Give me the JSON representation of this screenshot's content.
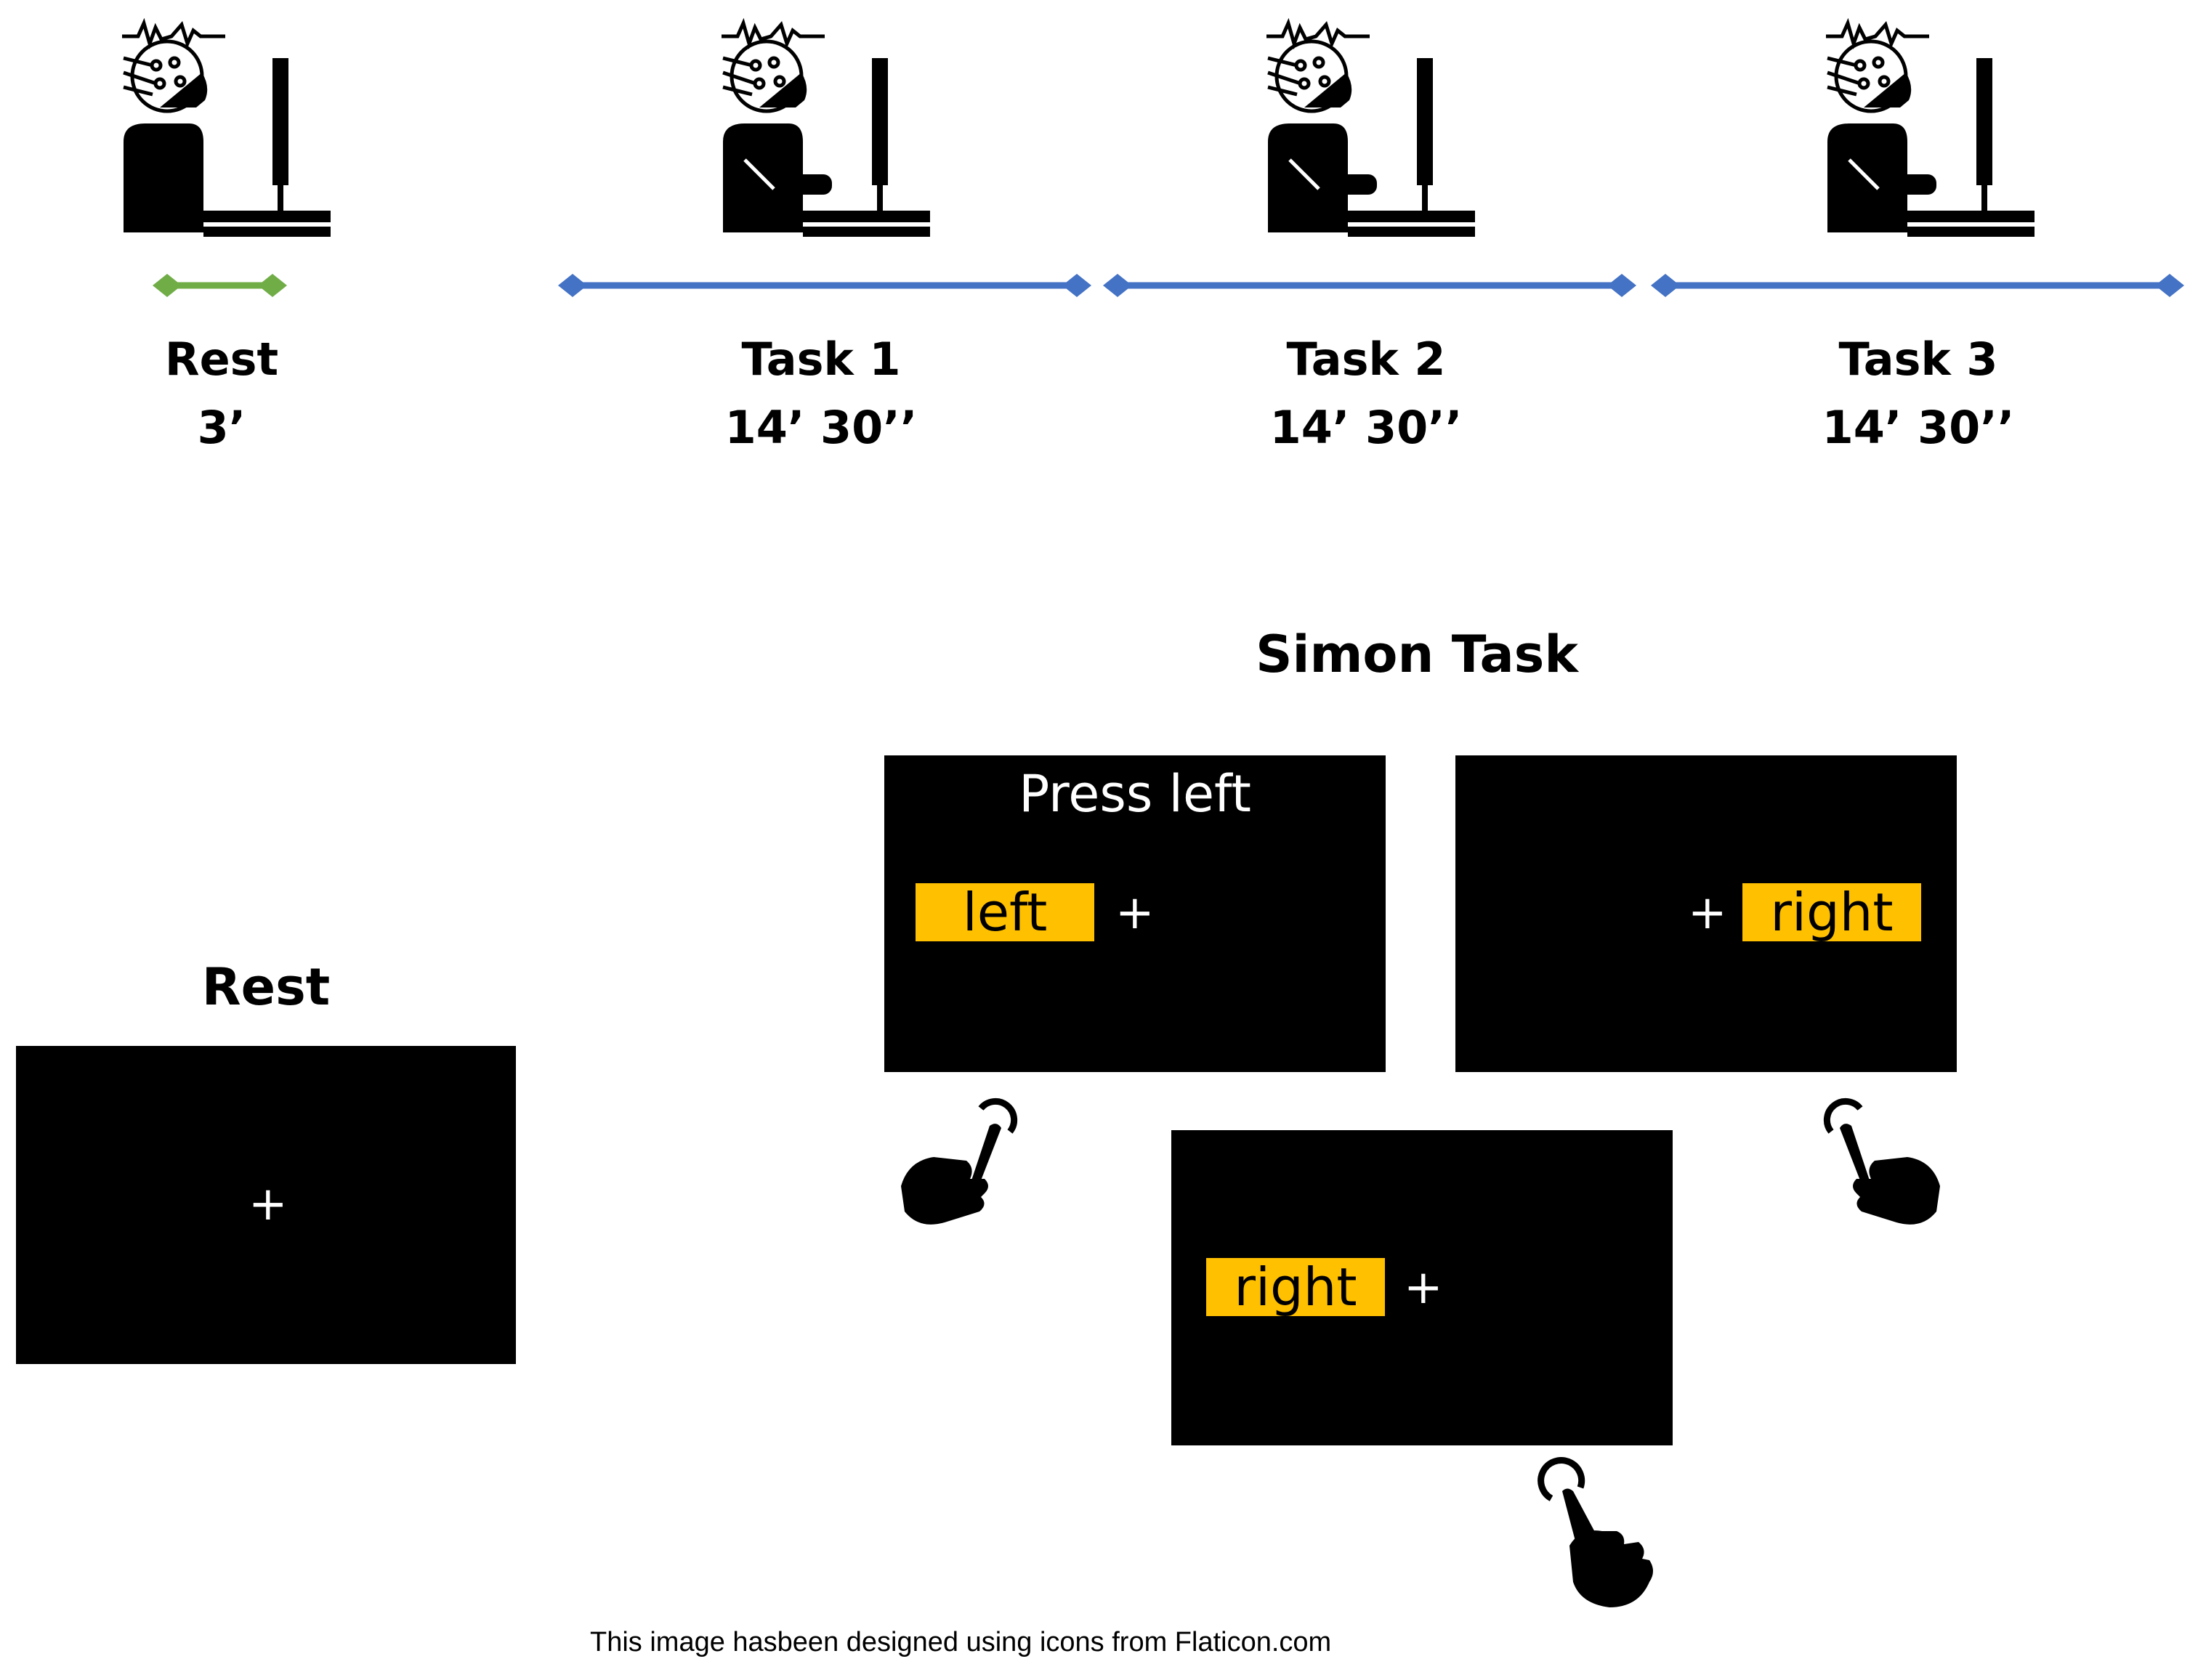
{
  "timeline": {
    "phases": [
      {
        "name": "Rest",
        "duration": "3’",
        "color": "#70ad47"
      },
      {
        "name": "Task  1",
        "duration": "14’ 30’’",
        "color": "#4472c4"
      },
      {
        "name": "Task  2",
        "duration": "14’ 30’’",
        "color": "#4472c4"
      },
      {
        "name": "Task  3",
        "duration": "14’ 30’’",
        "color": "#4472c4"
      }
    ],
    "icon": "eeg-subject-at-computer-icon"
  },
  "rest_panel": {
    "title": "Rest",
    "fixation": "+"
  },
  "simon_task": {
    "title": "Simon Task",
    "screens": [
      {
        "instruction": "Press left",
        "word": "left",
        "fixation": "+",
        "word_side": "left",
        "hand": "left"
      },
      {
        "instruction": "",
        "word": "right",
        "fixation": "+",
        "word_side": "right",
        "hand": "right"
      },
      {
        "instruction": "",
        "word": "right",
        "fixation": "+",
        "word_side": "left",
        "hand": "right"
      }
    ],
    "word_box_color": "#ffc000",
    "hand_icon": "pointing-hand-tap-icon"
  },
  "credit": "This image hasbeen designed using icons from Flaticon.com"
}
